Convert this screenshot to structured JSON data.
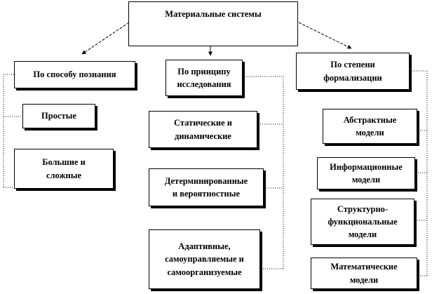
{
  "root": {
    "label": "Материальные системы"
  },
  "categories": [
    {
      "id": "cognition",
      "label": "По способу познания"
    },
    {
      "id": "principle",
      "label": "По принципу\nисследования"
    },
    {
      "id": "formalization",
      "label": "По степени\nформализации"
    }
  ],
  "cognition_items": [
    {
      "label": "Простые"
    },
    {
      "label": "Большие и\nсложные"
    }
  ],
  "principle_items": [
    {
      "label": "Статические и\nдинамические"
    },
    {
      "label": "Детерминированные\nи вероятностные"
    },
    {
      "label": "Адаптивные,\nсамоуправляемые и\nсамоорганизуемые"
    }
  ],
  "formalization_items": [
    {
      "label": "Абстрактные\nмодели"
    },
    {
      "label": "Информационные\nмодели"
    },
    {
      "label": "Структурно-\nфункциональные\nмодели"
    },
    {
      "label": "Математические\nмодели"
    }
  ],
  "colors": {
    "line": "#000000",
    "box_border": "#000000",
    "background": "#ffffff"
  }
}
